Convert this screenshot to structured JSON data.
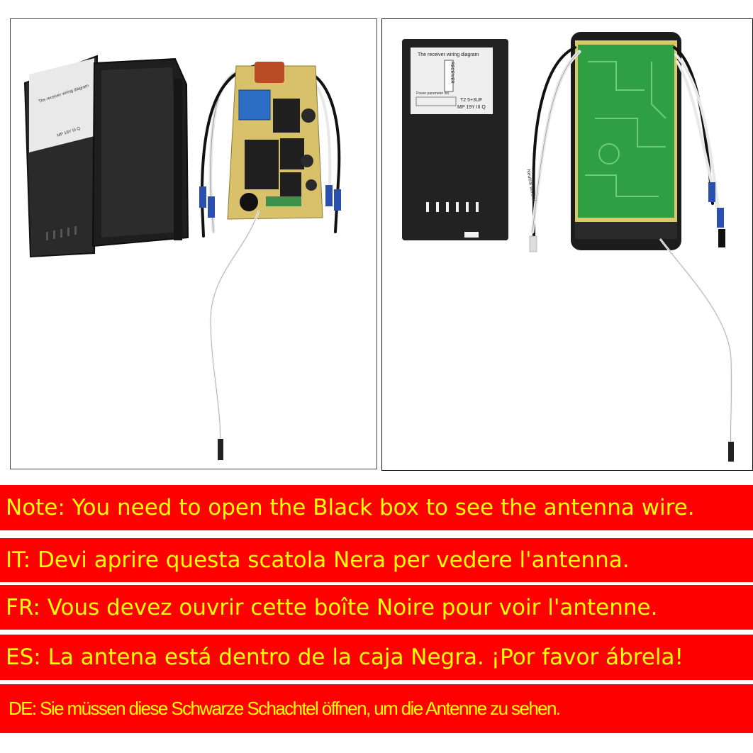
{
  "colors": {
    "banner_bg": "#ff0000",
    "banner_text": "#ffff00",
    "case_black": "#1f1f1f",
    "pcb_green": "#2e9e3e",
    "pcb_yellow": "#d8c36a"
  },
  "photo_left": {
    "label_text": "The receiver wiring diagram",
    "model_text": "MP 19Y III Q"
  },
  "photo_right": {
    "label_title": "The receiver wiring diagram",
    "label_vertical": "RECEIVER",
    "label_param": "Power parameter list",
    "label_cap": "T2 5+3UF",
    "label_model": "MP 19Y III Q",
    "wire_text": "Neutral Wire N"
  },
  "banners": {
    "note": "Note: You need to open the Black box to see the antenna wire.",
    "it": "IT: Devi aprire questa scatola Nera per vedere l'antenna.",
    "fr": "FR: Vous devez ouvrir cette boîte Noire pour voir l'antenne.",
    "es": "ES: La antena está dentro de la caja Negra. ¡Por favor ábrela!",
    "de": "DE: Sie müssen diese Schwarze Schachtel öffnen, um die Antenne zu sehen."
  }
}
